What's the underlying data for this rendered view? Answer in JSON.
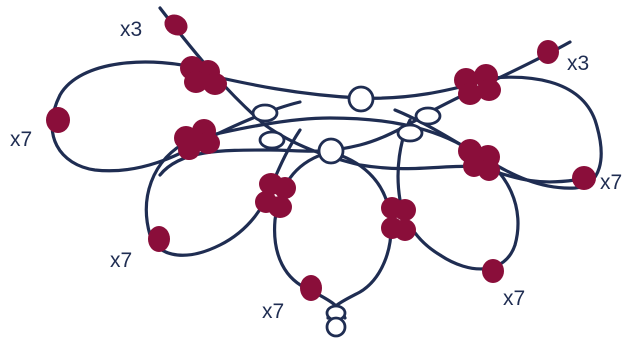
{
  "colors": {
    "cord": "#1f2d52",
    "bead": "#8a0e3a",
    "ring_fill": "#ffffff",
    "background": "#ffffff"
  },
  "labels": {
    "top_left": "x3",
    "top_right": "x3",
    "left_upper": "x7",
    "left_lower": "x7",
    "bottom_center": "x7",
    "right_upper": "x7",
    "right_lower": "x7"
  }
}
